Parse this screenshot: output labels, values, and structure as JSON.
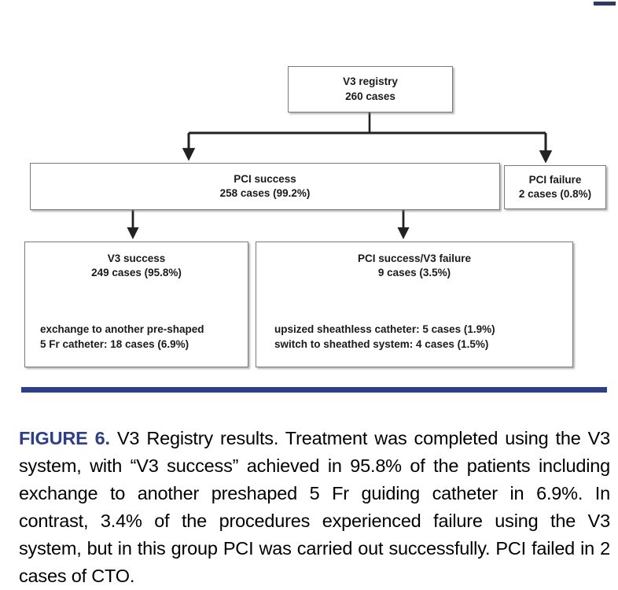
{
  "figure": {
    "number_label": "FIGURE 6.",
    "caption_text": "V3 Registry results. Treatment was completed using the V3 system, with “V3 success” achieved in 95.8% of the patients including exchange to another preshaped 5 Fr guiding catheter in 6.9%. In contrast, 3.4% of the procedures experienced failure using the V3 system, but in this group PCI was carried out successfully. PCI failed in 2 cases of CTO.",
    "rule_color": "#2d3f87",
    "label_color": "#2d3f87"
  },
  "flowchart": {
    "type": "flow-diagram",
    "box_border_color": "#7b7b7b",
    "connector_color": "#222222",
    "nodes": {
      "root": {
        "line1": "V3 registry",
        "line2": "260 cases"
      },
      "pci_success": {
        "line1": "PCI success",
        "line2": "258 cases (99.2%)"
      },
      "pci_failure": {
        "line1": "PCI failure",
        "line2": "2 cases (0.8%)"
      },
      "v3_success": {
        "line1": "V3 success",
        "line2": "249 cases (95.8%)",
        "detail1": "exchange to another pre-shaped",
        "detail2": "5 Fr catheter: 18 cases (6.9%)"
      },
      "pci_success_v3_failure": {
        "line1": "PCI success/V3 failure",
        "line2": "9 cases (3.5%)",
        "detail1": "upsized sheathless catheter: 5 cases (1.9%)",
        "detail2": "switch to sheathed system: 4 cases (1.5%)"
      }
    }
  }
}
